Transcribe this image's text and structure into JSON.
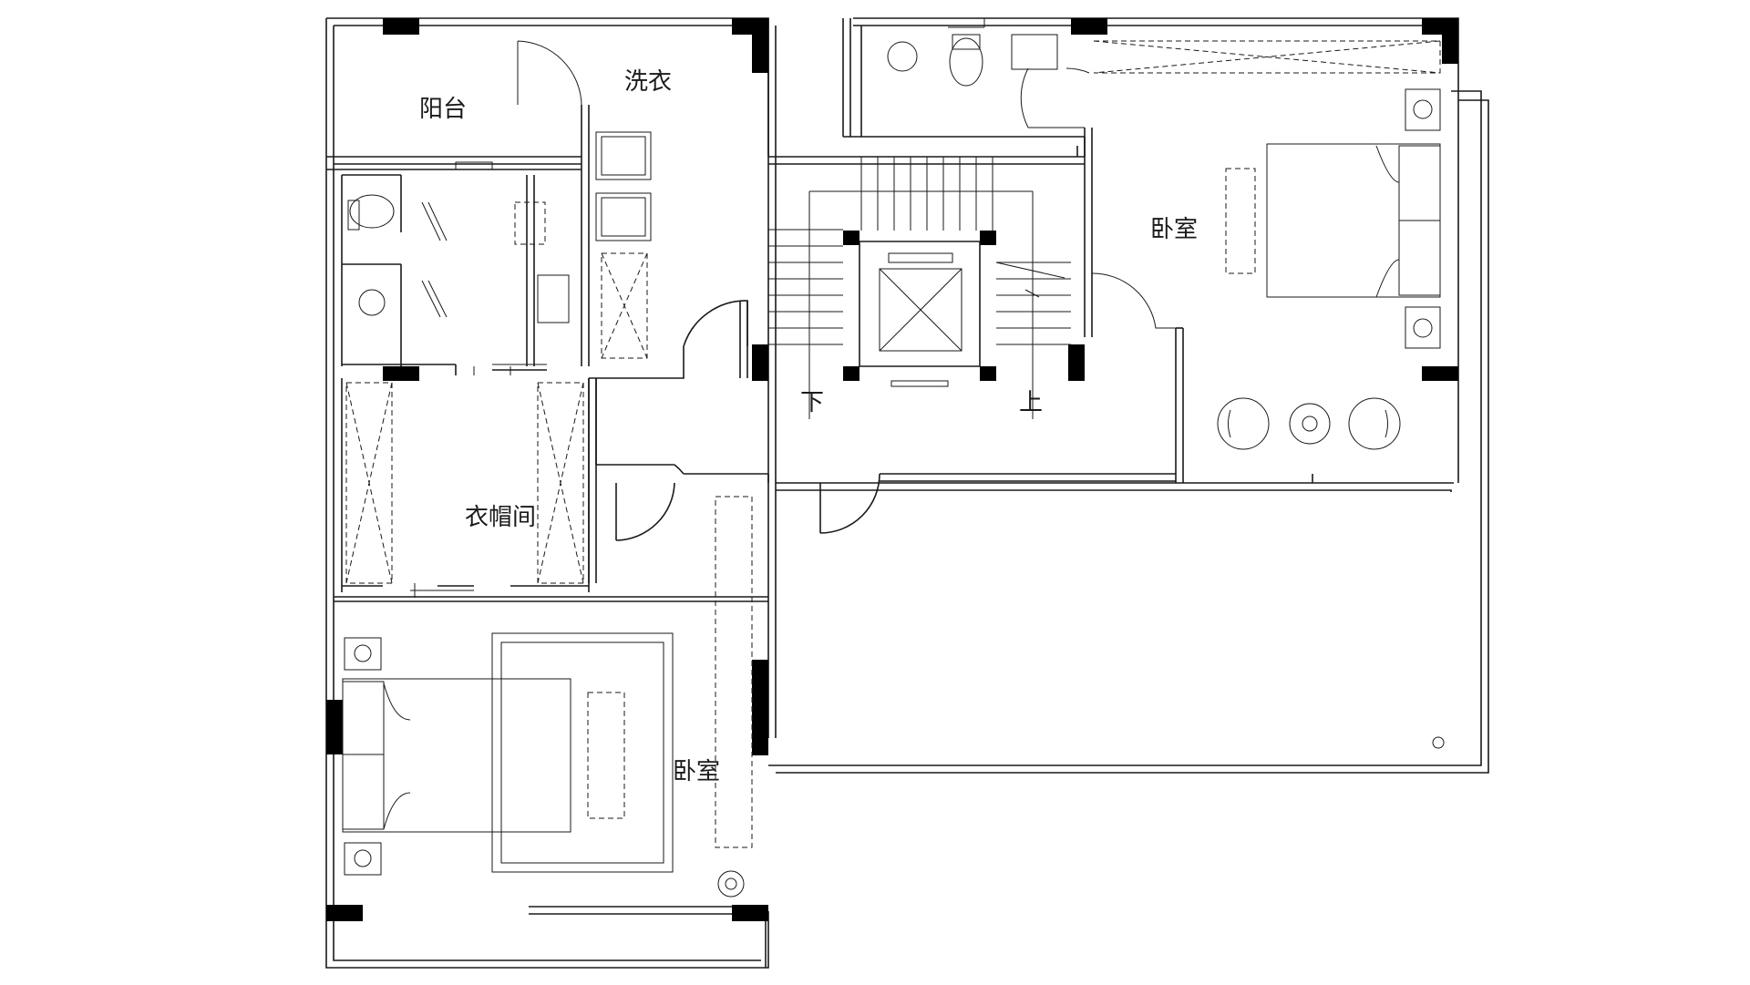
{
  "rooms": {
    "balcony": "阳台",
    "laundry": "洗衣",
    "bedroom_ne": "卧室",
    "cloakroom": "衣帽间",
    "bedroom_sw": "卧室"
  },
  "stairs": {
    "down": "下",
    "up": "上"
  },
  "colors": {
    "line": "#1a1a1a",
    "column": "#000000",
    "background": "#ffffff"
  }
}
